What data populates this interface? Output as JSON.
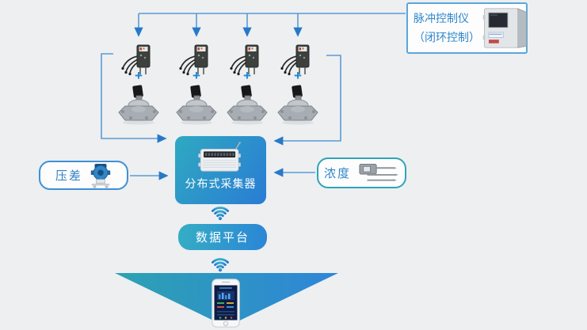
{
  "diagram": {
    "background_color": "#edeff1",
    "line_color": "#5b9bd5",
    "arrow_color": "#2779c8",
    "pulse_controller_box": {
      "label_line1": "脉冲控制仪",
      "label_line2": "（闭环控制）",
      "border_color": "#5aa7dc",
      "text_color": "#2e86c8",
      "image": "pulse-controller-cabinet"
    },
    "valve_columns": {
      "count": 4,
      "plus_label": "+",
      "plus_color": "#1d87d3",
      "coil_image": "solenoid-coil-with-wires",
      "valve_image": "pulse-diaphragm-valve"
    },
    "collector_box": {
      "label": "分布式采集器",
      "gradient_start": "#2fa9c1",
      "gradient_end": "#2a7cd4",
      "text_color": "#ffffff",
      "image": "data-collector-device"
    },
    "pressure_box": {
      "label": "压差",
      "border_color": "#3f90d4",
      "text_color": "#2e7fc4",
      "image": "pressure-transmitter"
    },
    "concentration_box": {
      "label": "浓度",
      "border_color": "#2fa4b6",
      "text_color": "#2e86c8",
      "image": "concentration-sensor-probes"
    },
    "platform_box": {
      "label": "数据平台",
      "gradient_start": "#35aec4",
      "gradient_end": "#2b85d6",
      "text_color": "#ffffff"
    },
    "wifi_icon": {
      "name": "wifi-icon",
      "color": "#2193cd",
      "count": 2
    },
    "funnel": {
      "shape": "downward-triangle",
      "gradient_start": "#2da2b2",
      "gradient_end": "#2e85d8",
      "image": "smartphone-dashboard"
    }
  }
}
